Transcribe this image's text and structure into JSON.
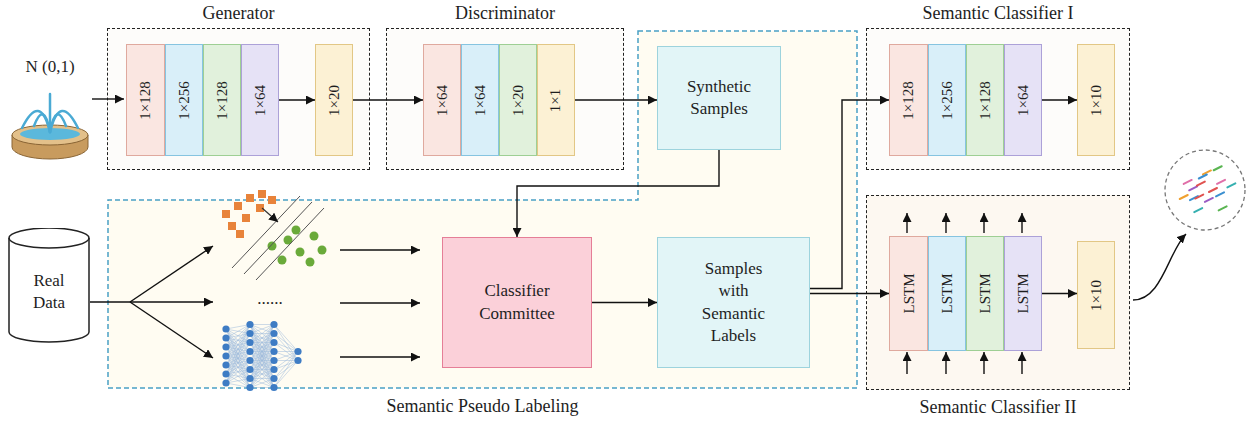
{
  "diagram": {
    "nodes": [
      {
        "text": [
          "Generator"
        ]
      },
      {
        "text": [
          "1×128"
        ],
        "in": 0
      },
      {
        "text": [
          "1×256"
        ],
        "in": 0
      },
      {
        "text": [
          "1×128"
        ],
        "in": 0
      },
      {
        "text": [
          "1×64"
        ],
        "in": 0
      },
      {
        "text": [
          "1×20"
        ],
        "in": 0
      },
      {
        "text": [
          "Discriminator"
        ]
      },
      {
        "text": [
          "1×64"
        ],
        "in": 6
      },
      {
        "text": [
          "1×64"
        ],
        "in": 6
      },
      {
        "text": [
          "1×20"
        ],
        "in": 6
      },
      {
        "text": [
          "1×1"
        ],
        "in": 6
      },
      {
        "text": [
          "Semantic Pseudo Labeling"
        ]
      },
      {
        "text": [
          "Synthetic Samples"
        ],
        "in": 11
      },
      {
        "text": [
          "Classifier Committee"
        ],
        "in": 11
      },
      {
        "text": [
          "Samples with Semantic Labels"
        ],
        "in": 11
      },
      {
        "text": [
          "Real Data"
        ]
      },
      {
        "text": [
          "Semantic Classifier I"
        ]
      },
      {
        "text": [
          "1×128"
        ],
        "in": 16
      },
      {
        "text": [
          "1×256"
        ],
        "in": 16
      },
      {
        "text": [
          "1×128"
        ],
        "in": 16
      },
      {
        "text": [
          "1×64"
        ],
        "in": 16
      },
      {
        "text": [
          "1×10"
        ],
        "in": 16
      },
      {
        "text": [
          "Semantic Classifier II"
        ]
      },
      {
        "text": [
          "LSTM"
        ],
        "in": 22
      },
      {
        "text": [
          "LSTM"
        ],
        "in": 22
      },
      {
        "text": [
          "LSTM"
        ],
        "in": 22
      },
      {
        "text": [
          "LSTM"
        ],
        "in": 22
      },
      {
        "text": [
          "1×10"
        ],
        "in": 22
      }
    ],
    "edges": [
      {
        "from": 4,
        "to": 5,
        "arrow": "to"
      },
      {
        "from": 5,
        "to": 7,
        "arrow": "to"
      },
      {
        "from": 10,
        "to": 12,
        "arrow": "to"
      },
      {
        "from": 12,
        "to": 13,
        "arrow": "to"
      },
      {
        "from": 13,
        "to": 14,
        "arrow": "to"
      },
      {
        "from": 14,
        "to": 17,
        "arrow": "to"
      },
      {
        "from": 14,
        "to": 23,
        "arrow": "to"
      },
      {
        "from": 20,
        "to": 21,
        "arrow": "to"
      },
      {
        "from": 26,
        "to": 27,
        "arrow": "to"
      }
    ],
    "labels": [
      "N (0,1)",
      "......"
    ]
  }
}
